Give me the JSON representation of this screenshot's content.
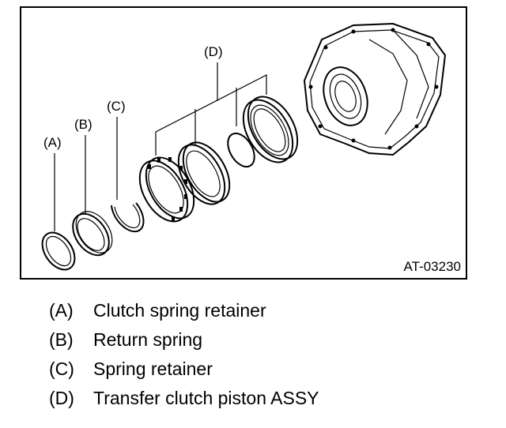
{
  "figure": {
    "id": "AT-03230",
    "callouts": {
      "a": "(A)",
      "b": "(B)",
      "c": "(C)",
      "d": "(D)"
    }
  },
  "legend": [
    {
      "key": "(A)",
      "text": "Clutch spring retainer"
    },
    {
      "key": "(B)",
      "text": "Return spring"
    },
    {
      "key": "(C)",
      "text": "Spring retainer"
    },
    {
      "key": "(D)",
      "text": "Transfer clutch piston ASSY"
    }
  ]
}
